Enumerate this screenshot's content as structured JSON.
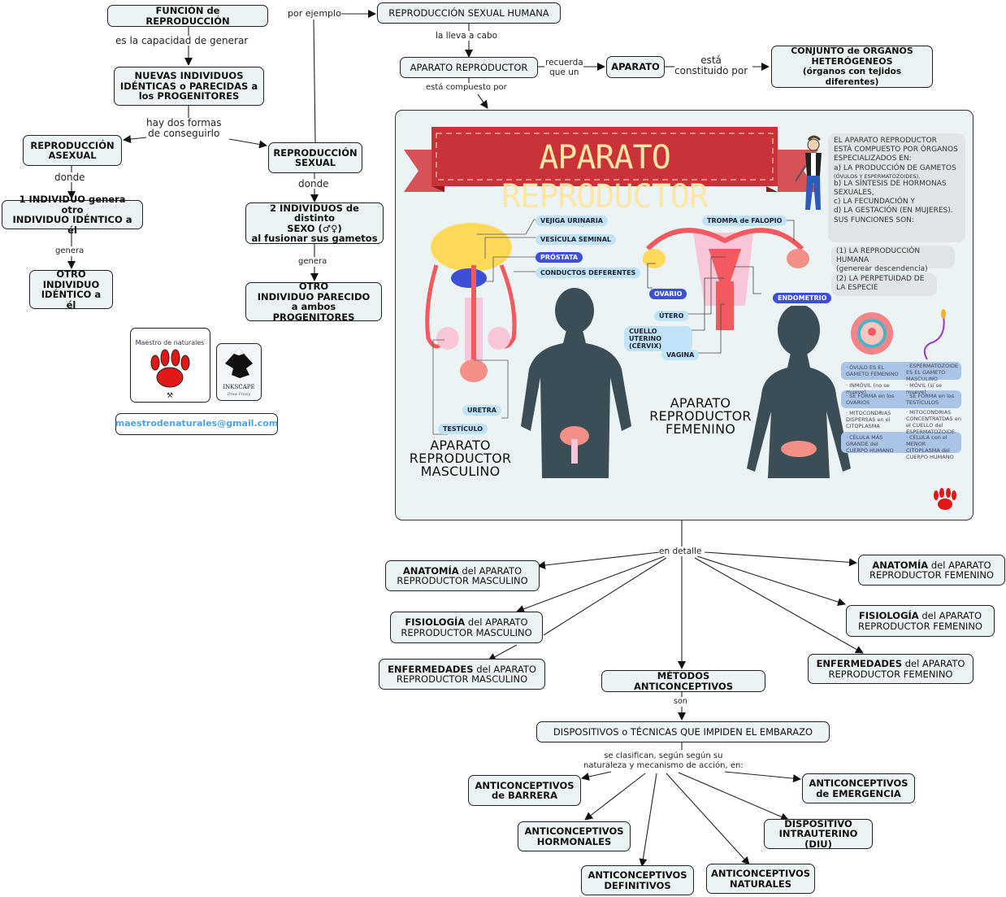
{
  "left": {
    "funcion": "FUNCIÓN de REPRODUCCIÓN",
    "link_capacidad": "es la capacidad de generar",
    "nuevas": [
      "NUEVAS INDIVIDUOS",
      "IDÉNTICAS o PARECIDAS a",
      "los PROGENITORES"
    ],
    "link_formas": [
      "hay dos formas",
      "de conseguirlo"
    ],
    "asexual": [
      "REPRODUCCIÓN",
      "ASEXUAL"
    ],
    "sexual": [
      "REPRODUCCIÓN",
      "SEXUAL"
    ],
    "link_donde": "donde",
    "uno_individuo": [
      "1 INDIVIDUO genera otro",
      "INDIVIDUO IDÉNTICO a él"
    ],
    "dos_individuos": [
      "2 INDIVIDUOS de distinto",
      "SEXO (♂♀)",
      "al fusionar sus gametos"
    ],
    "link_genera": "genera",
    "otro_identico": [
      "OTRO",
      "INDIVIDUO",
      "IDÉNTICO a él"
    ],
    "otro_parecido": [
      "OTRO",
      "INDIVIDUO PARECIDO",
      "a ambos PROGENITORES"
    ],
    "link_ejemplo": "por ejemplo",
    "logo_text": "Maestro de naturales",
    "inkscape": "INKSCAPE",
    "inkscape_tag": "Draw Freely",
    "email": "maestrodenaturales@gmail.com"
  },
  "top": {
    "humana": "REPRODUCCIÓN SEXUAL HUMANA",
    "link_lleva": "la lleva a cabo",
    "aparato_rep": "APARATO REPRODUCTOR",
    "link_recuerda": [
      "recuerda",
      "que un"
    ],
    "aparato": "APARATO",
    "link_constituido": [
      "está",
      "constituido por"
    ],
    "conjunto": [
      "CONJUNTO de ÓRGANOS",
      "HETERÓGENEOS",
      "(órganos con tejidos diferentes)"
    ],
    "link_compuesto": "está compuesto por"
  },
  "infographic": {
    "banner": "APARATO REPRODUCTOR",
    "male_labels": [
      "VEJIGA URINARIA",
      "VESÍCULA SEMINAL",
      "PRÓSTATA",
      "CONDUCTOS DEFERENTES",
      "URETRA",
      "TESTÍCULO"
    ],
    "male_title": [
      "APARATO",
      "REPRODUCTOR",
      "MASCULINO"
    ],
    "female_labels": [
      "TROMPA de FALOPIO",
      "OVARIO",
      "ENDOMETRIO",
      "ÚTERO",
      "CUELLO UTERINO (CÉRVIX)",
      "VAGINA"
    ],
    "female_title": [
      "APARATO",
      "REPRODUCTOR",
      "FEMENINO"
    ],
    "info": [
      "EL APARATO REPRODUCTOR",
      "ESTÁ COMPUESTO POR ÓRGANOS",
      "ESPECIALIZADOS EN:",
      "a) LA PRODUCCIÓN DE GAMETOS",
      "(ÓVULOS Y ESPERMATOZOIDES),",
      "b) LA SÍNTESIS DE HORMONAS",
      "SEXUALES,",
      "c) LA FECUNDACIÓN Y",
      "d) LA GESTACIÓN (EN MUJERES).",
      "SUS FUNCIONES SON:"
    ],
    "func1": [
      "(1) LA REPRODUCCIÓN HUMANA",
      "(generear descendencia)"
    ],
    "func2": [
      "(2) LA PERPETUIDAD DE",
      "LA ESPECIE"
    ],
    "compare": [
      [
        "· ÓVULO ES EL GAMETO FEMENINO",
        "· ESPERMATOZOIDE ES EL GAMETO MASCULINO"
      ],
      [
        "· INMÓVIL (no se mueve)",
        "· MÓVIL (sí se mueve)"
      ],
      [
        "· SE FORMA en los OVARIOS",
        "· SE FORMA en los TESTÍCULOS"
      ],
      [
        "· MITOCONDRIAS DISPERSAS en el CITOPLASMA",
        "· MITOCONDRIAS CONCENTRATDAS en el CUELLO del ESPERMATOZOIDE"
      ],
      [
        "· CÉLULA MÁS GRANDE del CUERPO HUMANO",
        "· CÉLULA con el MENOR CITOPLASMA del CUERPO HUMANO"
      ]
    ]
  },
  "detail": {
    "link": "en detalle",
    "anat_m": [
      "ANATOMÍA",
      "del APARATO",
      "REPRODUCTOR MASCULINO"
    ],
    "fisio_m": [
      "FISIOLOGÍA",
      "del APARATO",
      "REPRODUCTOR MASCULINO"
    ],
    "enf_m": [
      "ENFERMEDADES",
      "del APARATO",
      "REPRODUCTOR MASCULINO"
    ],
    "anat_f": [
      "ANATOMÍA",
      "del APARATO",
      "REPRODUCTOR FEMENINO"
    ],
    "fisio_f": [
      "FISIOLOGÍA",
      "del APARATO",
      "REPRODUCTOR FEMENINO"
    ],
    "enf_f": [
      "ENFERMEDADES",
      "del APARATO",
      "REPRODUCTOR FEMENINO"
    ],
    "metodos": "MÉTODOS ANTICONCEPTIVOS",
    "link_son": "son",
    "dispositivos": "DISPOSITIVOS o TÉCNICAS QUE IMPIDEN EL EMBARAZO",
    "link_clasifican": [
      "se clasifican, según según su",
      "naturaleza y mecanismo de acción, en:"
    ],
    "barrera": [
      "ANTICONCEPTIVOS",
      "de BARRERA"
    ],
    "hormonales": [
      "ANTICONCEPTIVOS",
      "HORMONALES"
    ],
    "definitivos": [
      "ANTICONCEPTIVOS",
      "DEFINITIVOS"
    ],
    "naturales": [
      "ANTICONCEPTIVOS",
      "NATURALES"
    ],
    "diu": [
      "DISPOSITIVO",
      "INTRAUTERINO (DIU)"
    ],
    "emergencia": [
      "ANTICONCEPTIVOS",
      "de EMERGENCIA"
    ]
  },
  "colors": {
    "node_bg": "#ecf3f5",
    "banner_red": "#c93236",
    "banner_text": "#fde6a6",
    "tag_blue": "#bfe3f7",
    "tag_dark": "#3d4fd6",
    "email": "#4aa3e8"
  }
}
